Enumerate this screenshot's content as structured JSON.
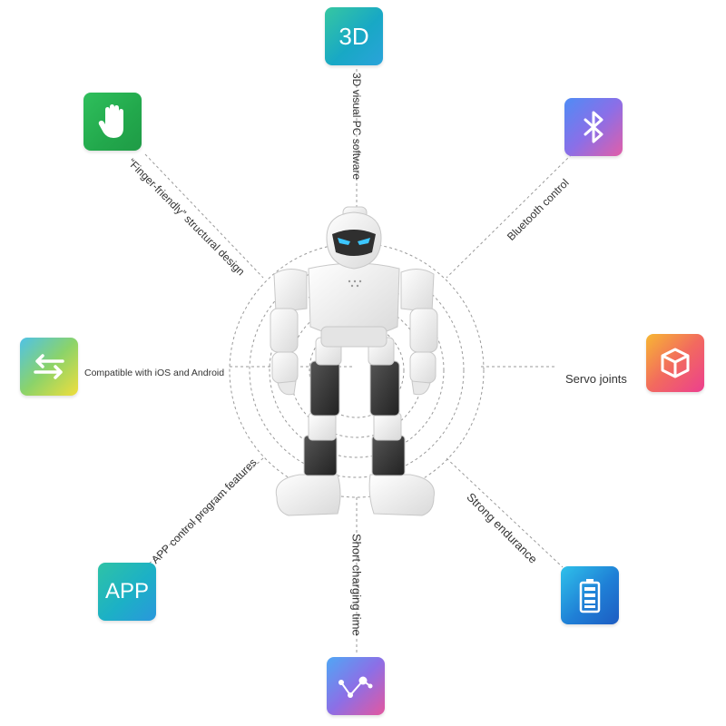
{
  "features": {
    "top": {
      "tile_text": "3D",
      "label": "3D visual PC software",
      "icon": "3d-text-icon"
    },
    "top_right": {
      "label": "Bluetooth control",
      "icon": "bluetooth-icon"
    },
    "right": {
      "label": "Servo joints",
      "icon": "cube-icon"
    },
    "bottom_right": {
      "label": "Strong endurance",
      "icon": "battery-icon"
    },
    "bottom": {
      "label": "Short charging time",
      "icon": "graph-nodes-icon"
    },
    "bottom_left": {
      "tile_text": "APP",
      "label": "APP control program features",
      "icon": "app-text-icon"
    },
    "left": {
      "label": "Compatible with iOS and Android",
      "icon": "transfer-arrows-icon"
    },
    "top_left": {
      "label": "“Finger-friendly” structural design",
      "icon": "hand-icon"
    }
  },
  "colors": {
    "line": "#9a9a9a",
    "robot_white": "#f3f3f3",
    "robot_dark": "#3a3a3a",
    "eye": "#3cc6ff"
  }
}
